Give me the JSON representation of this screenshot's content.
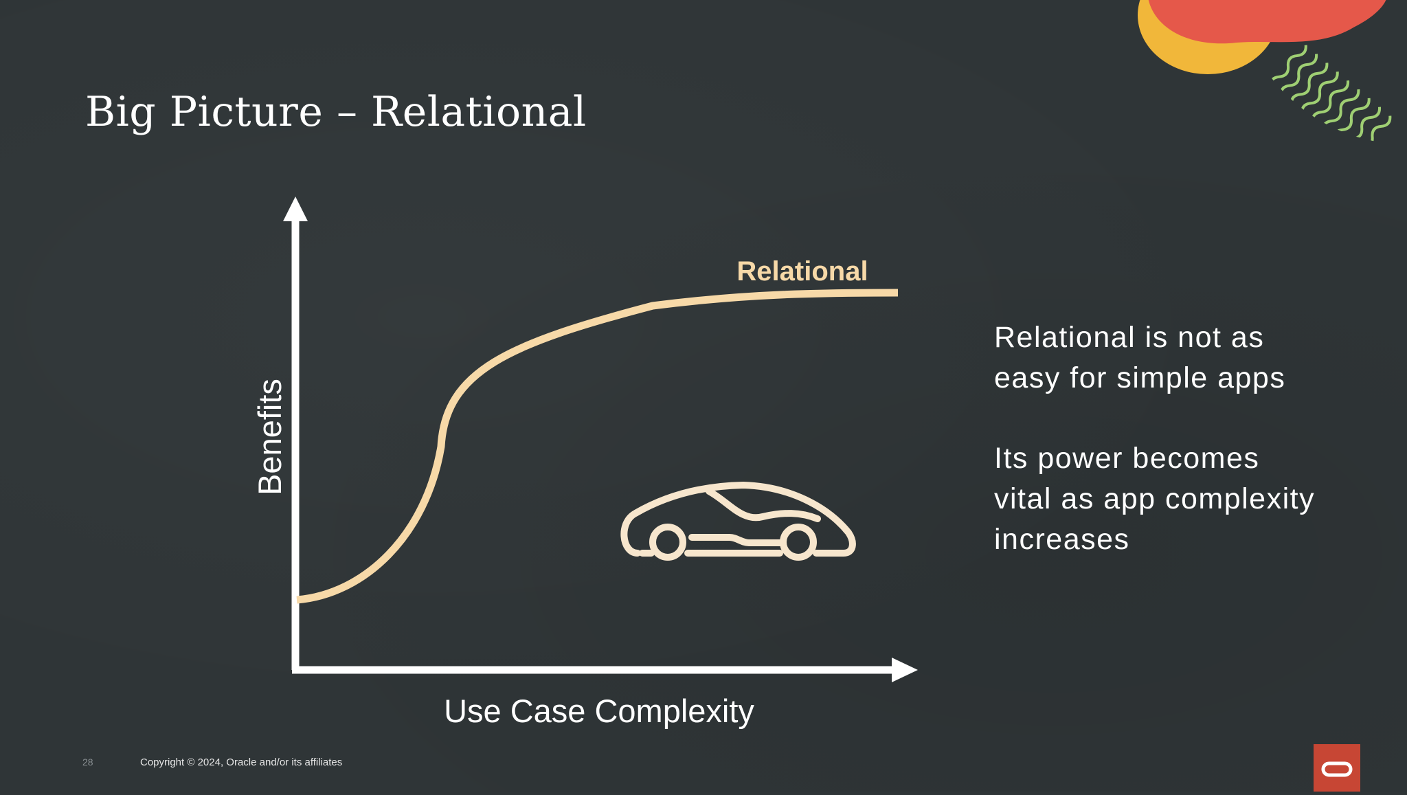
{
  "slide": {
    "title": "Big Picture – Relational",
    "body_paragraph_1": [
      "Relational is not as",
      "easy for simple apps"
    ],
    "body_paragraph_2": [
      "Its power becomes",
      "vital as app complexity",
      "increases"
    ],
    "page_number": "28",
    "copyright": "Copyright © 2024, Oracle and/or its affiliates"
  },
  "icons": {
    "car": "car-icon",
    "logo": "oracle-logo-icon"
  },
  "colors": {
    "background": "#2f3537",
    "curve": "#f7d9a8",
    "axes": "#ffffff",
    "accent_red": "#e5584a",
    "accent_yellow": "#f1b73a",
    "accent_green": "#9fcf73",
    "logo_red": "#c74634"
  },
  "chart_data": {
    "type": "line",
    "title": "",
    "xlabel": "Use Case Complexity",
    "ylabel": "Benefits",
    "series": [
      {
        "name": "Relational",
        "shape": "conceptual curve: low benefit at low complexity, steep rise, then high plateau"
      }
    ],
    "grid": false
  }
}
